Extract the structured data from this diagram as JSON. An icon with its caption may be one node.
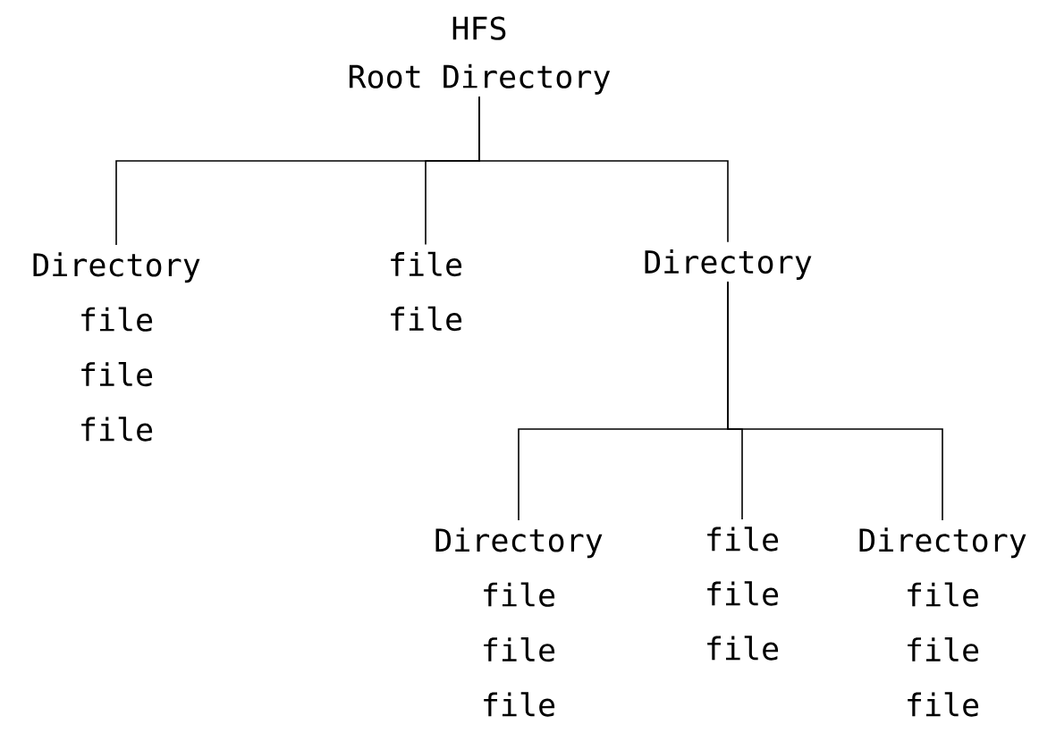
{
  "diagram": {
    "nodes": [
      {
        "text": [
          "HFS",
          "Root Directory"
        ]
      },
      {
        "text": [
          "Directory",
          "file",
          "file",
          "file"
        ]
      },
      {
        "text": [
          "file",
          "file"
        ]
      },
      {
        "text": [
          "Directory"
        ]
      },
      {
        "text": [
          "Directory",
          "file",
          "file",
          "file"
        ]
      },
      {
        "text": [
          "file",
          "file",
          "file"
        ]
      },
      {
        "text": [
          "Directory",
          "file",
          "file",
          "file"
        ]
      }
    ],
    "edges": [
      {
        "from": 0,
        "to": 1,
        "arrow": "none"
      },
      {
        "from": 0,
        "to": 2,
        "arrow": "none"
      },
      {
        "from": 0,
        "to": 3,
        "arrow": "none"
      },
      {
        "from": 3,
        "to": 4,
        "arrow": "none"
      },
      {
        "from": 3,
        "to": 5,
        "arrow": "none"
      },
      {
        "from": 3,
        "to": 6,
        "arrow": "none"
      }
    ]
  }
}
